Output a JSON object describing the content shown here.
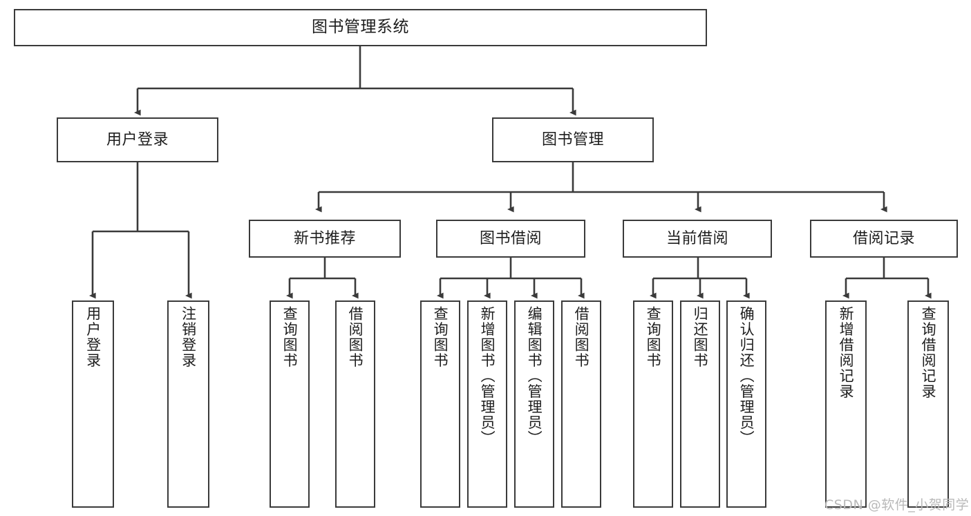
{
  "diagram": {
    "title": "图书管理系统",
    "type": "functional-structure-tree",
    "background_color": "#ffffff",
    "line_color": "#3a3a3a",
    "text_color": "#1d1d1d",
    "watermark": "CSDN @软件_小贺同学",
    "watermark_color": "#b9b9b9"
  },
  "root": {
    "label": "图书管理系统"
  },
  "level1": [
    {
      "label": "用户登录"
    },
    {
      "label": "图书管理"
    }
  ],
  "level2": [
    {
      "label": "新书推荐"
    },
    {
      "label": "图书借阅"
    },
    {
      "label": "当前借阅"
    },
    {
      "label": "借阅记录"
    }
  ],
  "leaves": {
    "user_login": [
      {
        "label": "用户登录"
      },
      {
        "label": "注销登录"
      }
    ],
    "new_book": [
      {
        "label": "查询图书"
      },
      {
        "label": "借阅图书"
      }
    ],
    "book_borrow": [
      {
        "label": "查询图书"
      },
      {
        "label": "新增图书（管理员）"
      },
      {
        "label": "编辑图书（管理员）"
      },
      {
        "label": "借阅图书"
      }
    ],
    "current_borrow": [
      {
        "label": "查询图书"
      },
      {
        "label": "归还图书"
      },
      {
        "label": "确认归还（管理员）"
      }
    ],
    "borrow_record": [
      {
        "label": "新增借阅记录"
      },
      {
        "label": "查询借阅记录"
      }
    ]
  }
}
